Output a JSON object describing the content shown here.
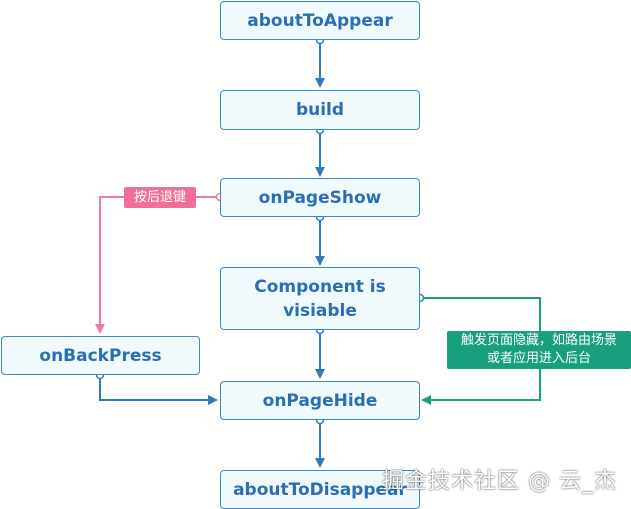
{
  "nodes": {
    "about_to_appear": "aboutToAppear",
    "build": "build",
    "on_page_show": "onPageShow",
    "component_visible_line1": "Component is",
    "component_visible_line2": "visiable",
    "on_back_press": "onBackPress",
    "on_page_hide": "onPageHide",
    "about_to_disappear": "aboutToDisappear"
  },
  "labels": {
    "back_key": "按后退键",
    "hide_line1": "触发页面隐藏，如路由场景",
    "hide_line2": "或者应用进入后台"
  },
  "watermark": "掘金技术社区 @ 云_杰",
  "colors": {
    "node_fill": "#f0fafd",
    "node_border": "#3d88c8",
    "node_text": "#2a6fb3",
    "blue_edge": "#2e7cc0",
    "pink_edge": "#f07aa0",
    "pink_tag": "#ef6f96",
    "green_edge": "#19a07f",
    "green_tag": "#18a07e"
  }
}
